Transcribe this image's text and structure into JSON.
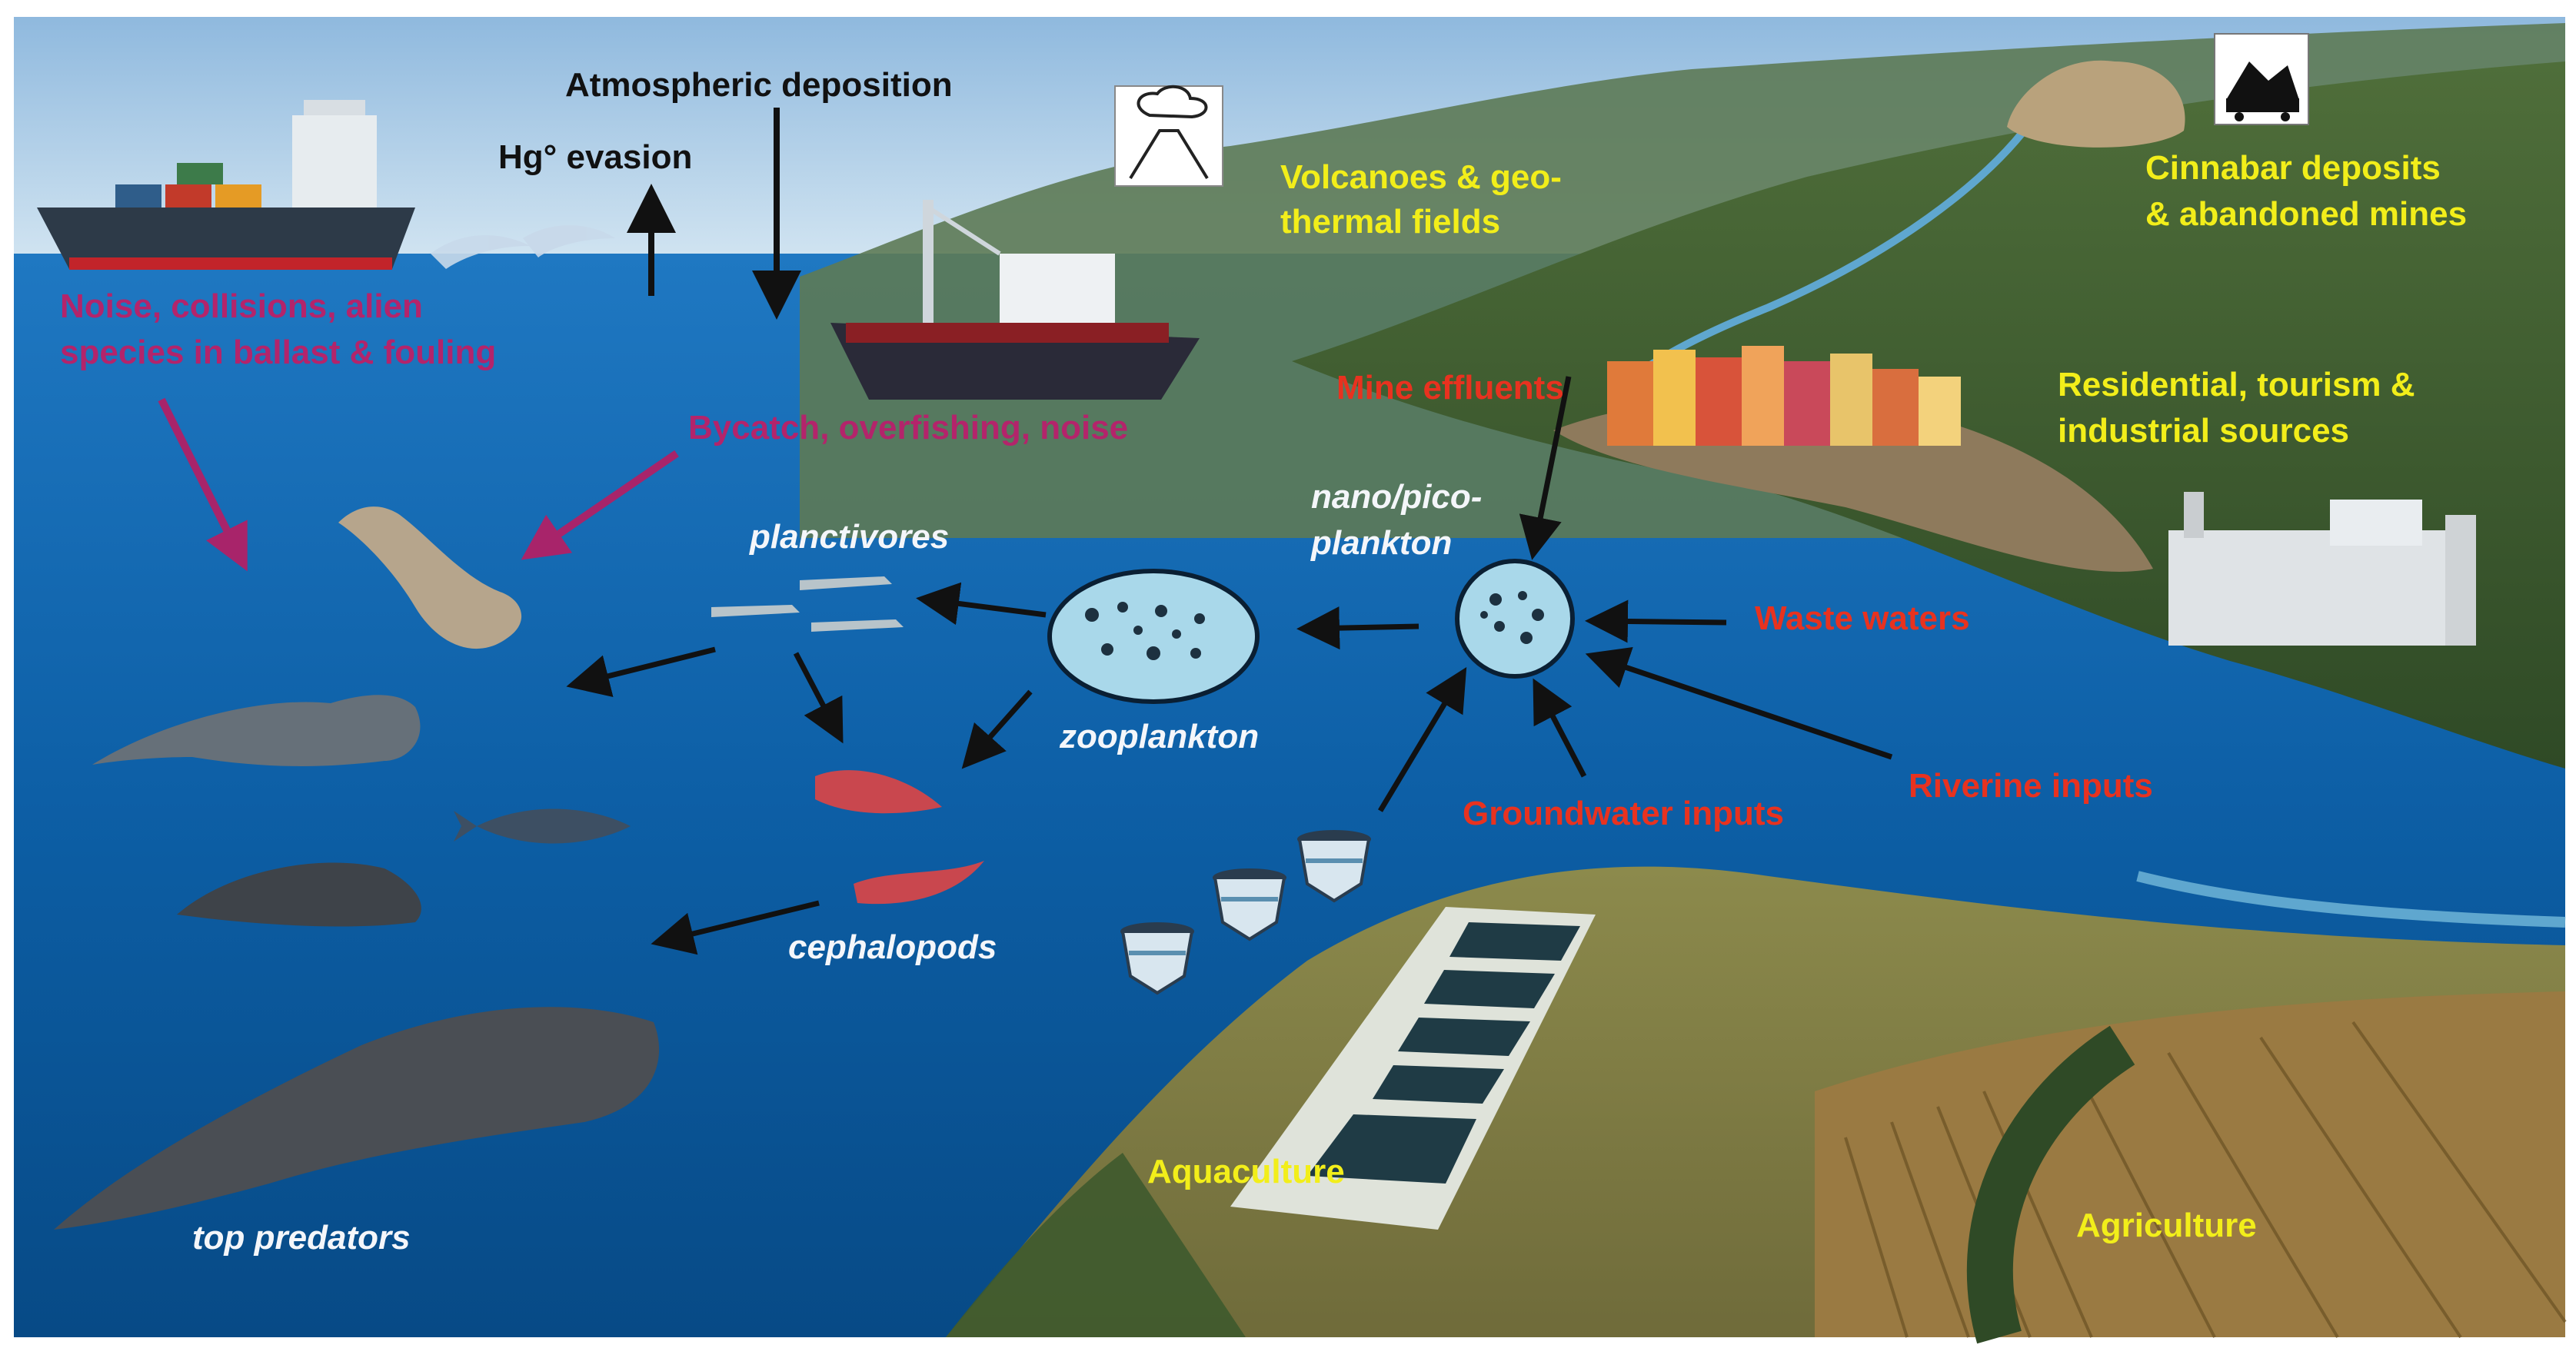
{
  "labels": {
    "atmospheric_deposition": "Atmospheric deposition",
    "hg_evasion": "Hg° evasion",
    "volcanoes_line1": "Volcanoes & geo-",
    "volcanoes_line2": "thermal fields",
    "cinnabar_line1": "Cinnabar deposits",
    "cinnabar_line2": "& abandoned mines",
    "shipping_line1": "Noise, collisions, alien",
    "shipping_line2": "species in ballast & fouling",
    "fishing": "Bycatch, overfishing, noise",
    "mine_effluents": "Mine effluents",
    "residential_line1": "Residential, tourism &",
    "residential_line2": "industrial sources",
    "nanopico_line1": "nano/pico-",
    "nanopico_line2": "plankton",
    "planctivores": "planctivores",
    "zooplankton": "zooplankton",
    "waste_waters": "Waste waters",
    "riverine_inputs": "Riverine inputs",
    "groundwater_inputs": "Groundwater inputs",
    "cephalopods": "cephalopods",
    "aquaculture": "Aquaculture",
    "agriculture": "Agriculture",
    "top_predators": "top predators"
  },
  "colors": {
    "pressure_text": "#b3246b",
    "source_text": "#e8321f",
    "natural_source_text": "#f2ee1a",
    "foodweb_text": "#f4f6fa",
    "sea": "#0d5fa6",
    "sky": "#9cc4e4",
    "land": "#6d8a3c"
  },
  "icons": [
    "cargo-ship-icon",
    "fishing-boat-icon",
    "dolphins-icon",
    "volcano-icon",
    "mine-cart-icon",
    "seal-icon",
    "dolphin-icon",
    "tuna-icon",
    "pilot-whale-icon",
    "sperm-whale-icon",
    "squid-icon",
    "anchovy-icon",
    "plankton-circle-icon",
    "fish-cage-icon",
    "village-icon",
    "factory-icon"
  ]
}
